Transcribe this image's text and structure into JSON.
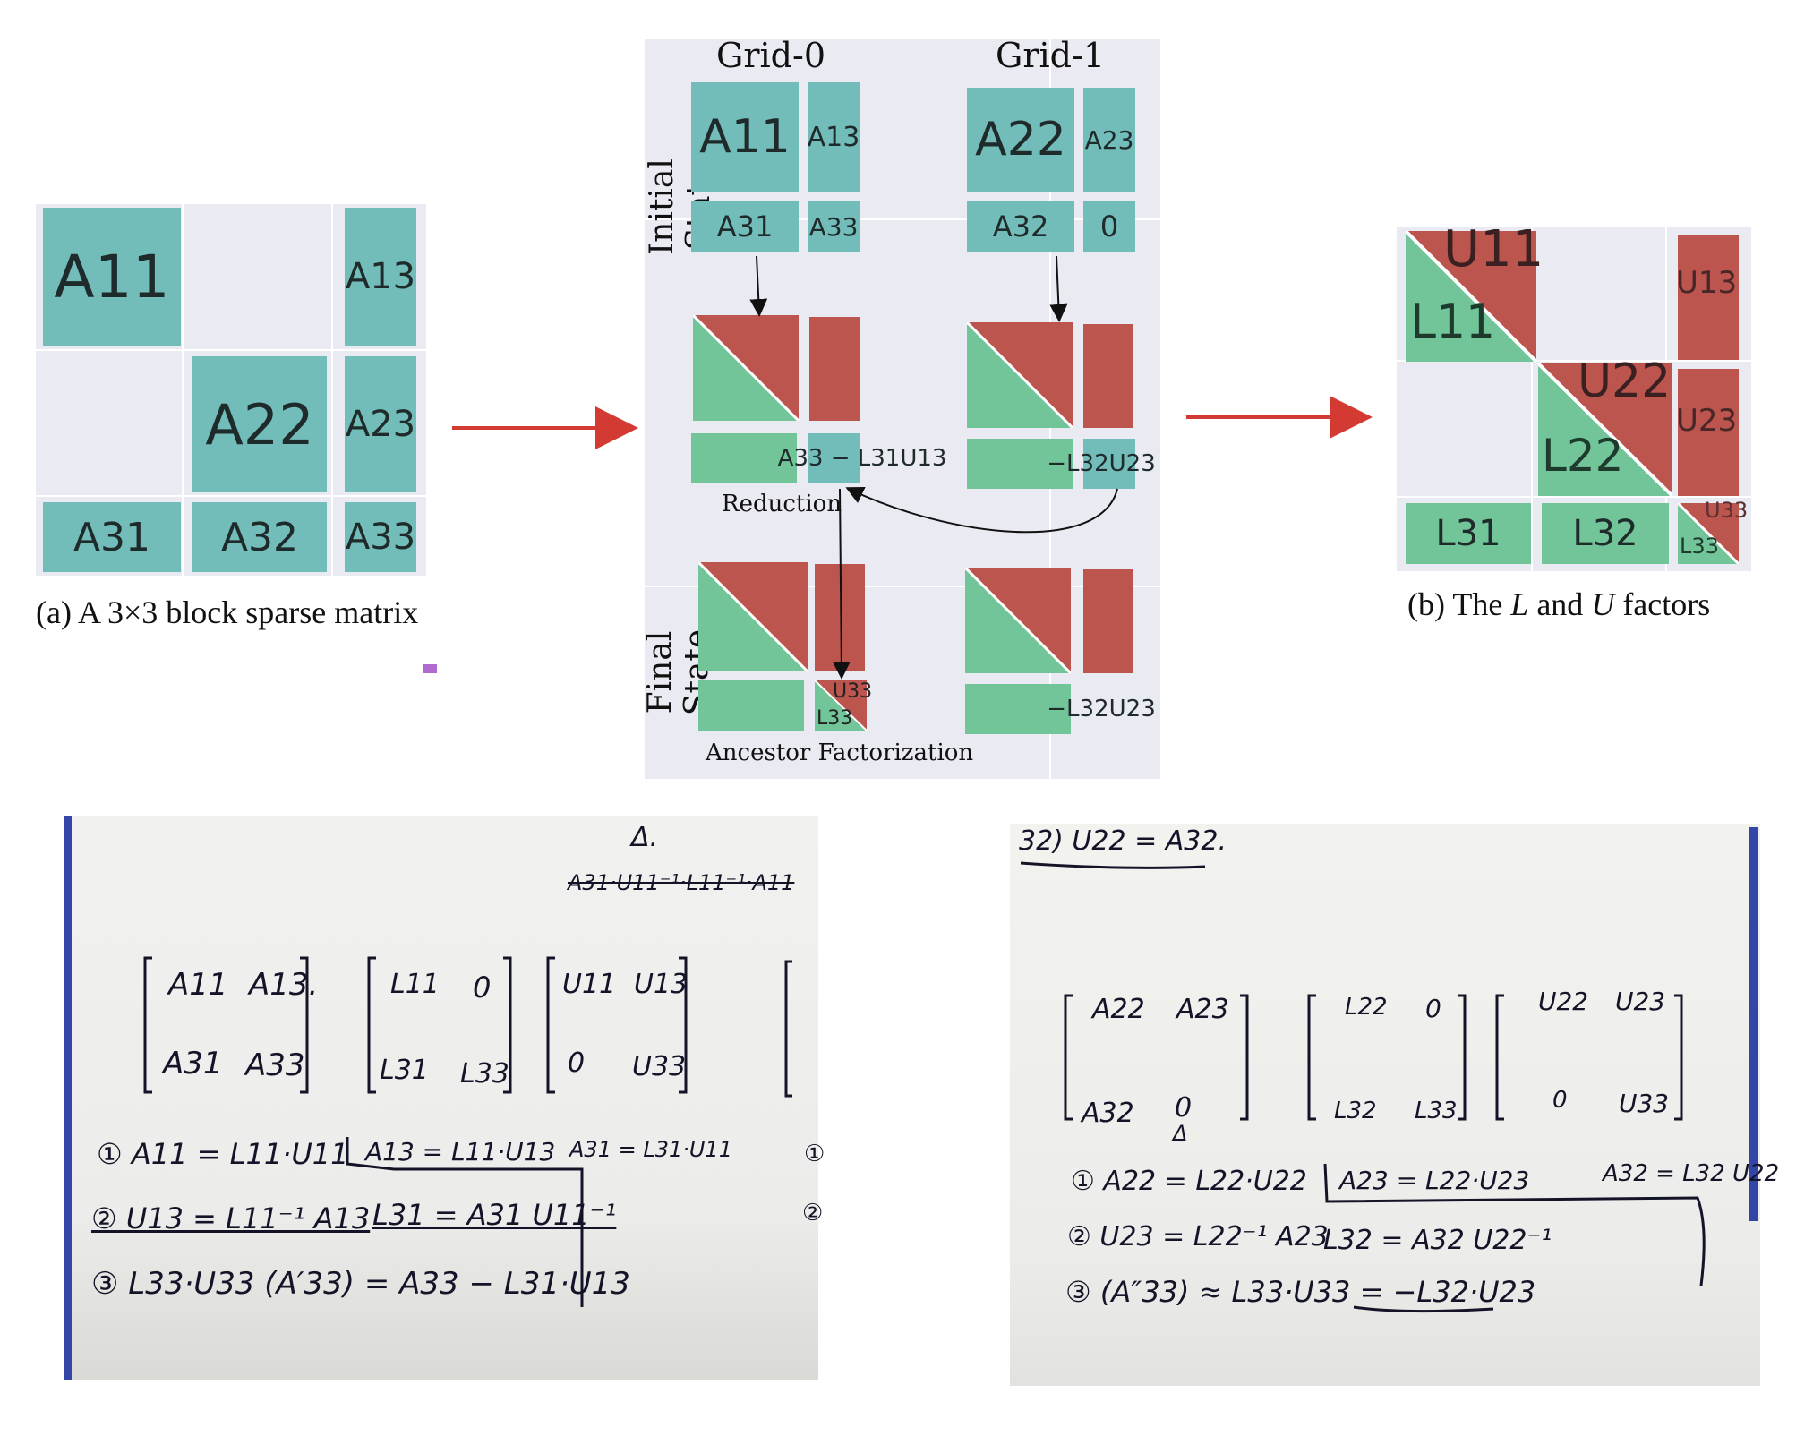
{
  "panel_a": {
    "blocks": {
      "a11": "A11",
      "a13": "A13",
      "a22": "A22",
      "a23": "A23",
      "a31": "A31",
      "a32": "A32",
      "a33": "A33"
    },
    "caption": "(a) A 3×3 block sparse matrix"
  },
  "middle": {
    "grid0_title": "Grid-0",
    "grid1_title": "Grid-1",
    "initial_state_label": "Initial State",
    "final_state_label": "Final State",
    "g0_blocks": {
      "a11": "A11",
      "a13": "A13",
      "a31": "A31",
      "a33": "A33"
    },
    "g1_blocks": {
      "a22": "A22",
      "a23": "A23",
      "a32": "A32",
      "zero": "0"
    },
    "reduction_expr": "A33 − L31U13",
    "reduction_label": "Reduction",
    "g1_update_expr": "−L32U23",
    "final_u33": "U33",
    "final_l33": "L33",
    "final_g1_expr": "−L32U23",
    "ancestor_label": "Ancestor Factorization"
  },
  "panel_b": {
    "labels": {
      "u11": "U11",
      "l11": "L11",
      "u13": "U13",
      "u22": "U22",
      "l22": "L22",
      "u23": "U23",
      "l31": "L31",
      "l32": "L32",
      "l33": "L33",
      "u33": "U33"
    },
    "caption_prefix": "(b) The",
    "caption_L": "L",
    "caption_and": "and",
    "caption_U": "U",
    "caption_suffix": "factors"
  },
  "note_left": {
    "top_mark": "Δ.",
    "top_scribble": "A31·U11⁻¹·L11⁻¹·A11",
    "matrix_a": [
      "A11",
      "A13.",
      "A31",
      "A33"
    ],
    "matrix_l": [
      "L11",
      "0",
      "L31",
      "L33"
    ],
    "matrix_u": [
      "U11",
      "U13",
      "0",
      "U33"
    ],
    "eq1": "① A11 = L11·U11",
    "eq1b": "A13 = L11·U13",
    "eq1c": "A31 = L31·U11",
    "eq2": "② U13 = L11⁻¹ A13",
    "eq2b": "L31 = A31 U11⁻¹",
    "eq3": "③ L33·U33 (A′33) = A33 − L31·U13",
    "edge1": "①",
    "edge2": "②"
  },
  "note_right": {
    "top": "32) U22 = A32.",
    "matrix_a": [
      "A22",
      "A23",
      "A32",
      "0"
    ],
    "zero_mark": "Δ",
    "matrix_l": [
      "L22",
      "0",
      "L32",
      "L33"
    ],
    "matrix_u": [
      "U22",
      "U23",
      "0",
      "U33"
    ],
    "eq1": "① A22 = L22·U22",
    "eq1b": "A23 = L22·U23",
    "eq1c": "A32 = L32 U22",
    "eq2": "② U23 = L22⁻¹ A23",
    "eq2b": "L32 = A32 U22⁻¹",
    "eq3": "③ (A″33) ≈ L33·U33 = −L32·U23"
  },
  "colors": {
    "teal": "#72bcba",
    "red": "#bc554e",
    "green": "#72c499",
    "grid_bg": "#eaeaf2",
    "arrow_red": "#d33b32"
  }
}
